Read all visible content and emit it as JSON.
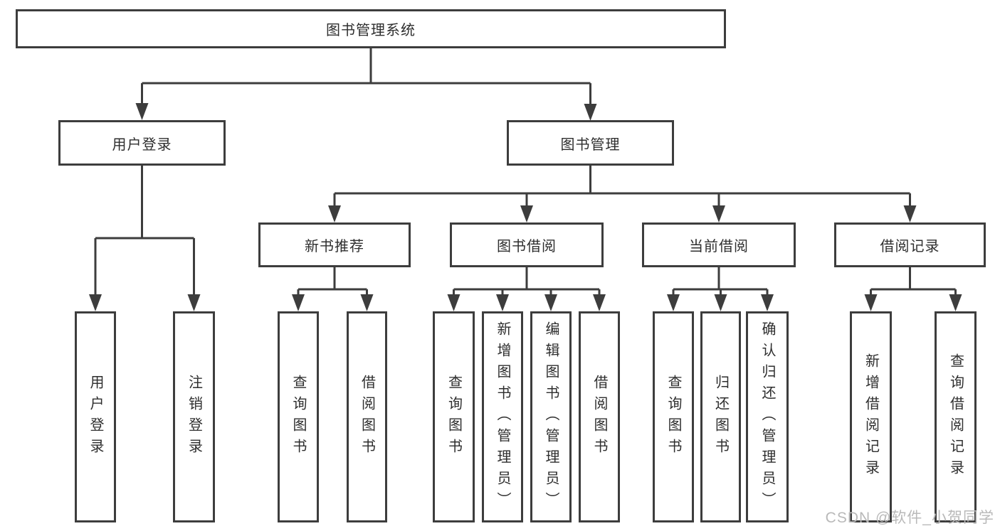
{
  "diagram": {
    "root": {
      "label": "图书管理系统"
    },
    "user_login": {
      "label": "用户登录",
      "children": [
        {
          "label": "用户登录"
        },
        {
          "label": "注销登录"
        }
      ]
    },
    "book_mgmt": {
      "label": "图书管理",
      "children": [
        {
          "label": "新书推荐",
          "children": [
            {
              "label": "查询图书"
            },
            {
              "label": "借阅图书"
            }
          ]
        },
        {
          "label": "图书借阅",
          "children": [
            {
              "label": "查询图书"
            },
            {
              "label": "新增图书（管理员）"
            },
            {
              "label": "编辑图书（管理员）"
            },
            {
              "label": "借阅图书"
            }
          ]
        },
        {
          "label": "当前借阅",
          "children": [
            {
              "label": "查询图书"
            },
            {
              "label": "归还图书"
            },
            {
              "label": "确认归还（管理员）"
            }
          ]
        },
        {
          "label": "借阅记录",
          "children": [
            {
              "label": "新增借阅记录"
            },
            {
              "label": "查询借阅记录"
            }
          ]
        }
      ]
    },
    "watermark": "CSDN @软件_小贺同学",
    "colors": {
      "line": "#3d3d3d",
      "text": "#2e2e2e",
      "watermark": "#b9b9b9",
      "background": "#ffffff"
    }
  }
}
